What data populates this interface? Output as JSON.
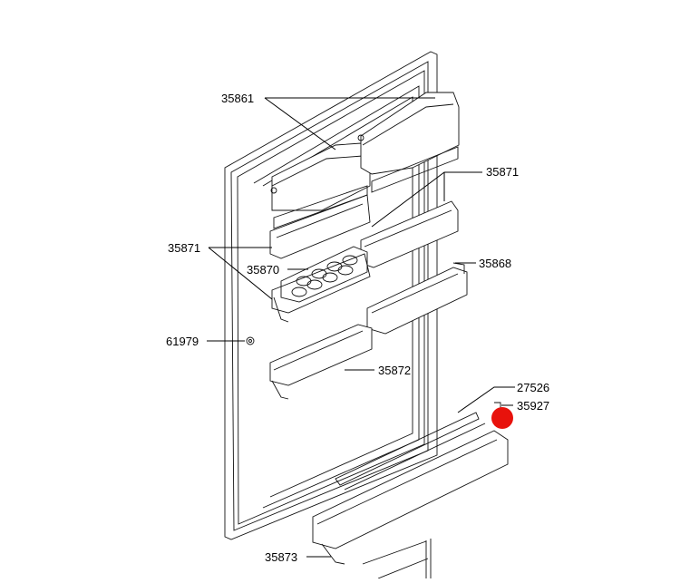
{
  "diagram": {
    "part_labels": {
      "p35861": "35861",
      "p35871_right": "35871",
      "p35871_left": "35871",
      "p35870": "35870",
      "p35868": "35868",
      "p61979": "61979",
      "p35872": "35872",
      "p27526": "27526",
      "p35927": "35927",
      "p35873": "35873"
    },
    "colors": {
      "line": "#000000",
      "marker": "#e8120c",
      "background": "#ffffff"
    }
  }
}
